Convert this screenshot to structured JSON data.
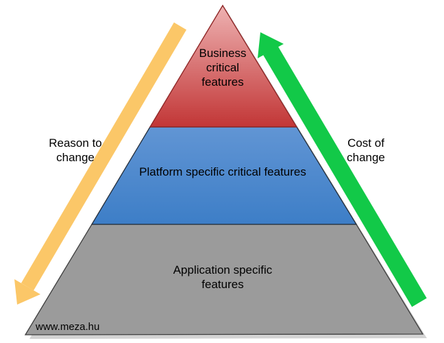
{
  "page": {
    "background": "#ffffff",
    "watermark": "www.meza.hu"
  },
  "pyramid": {
    "layers": [
      {
        "id": "business",
        "label": "Business\ncritical\nfeatures",
        "fill_top": "#eeb2b2",
        "fill_bottom": "#c23636"
      },
      {
        "id": "platform",
        "label": "Platform specific critical features",
        "fill_top": "#6195d4",
        "fill_bottom": "#3d7ec7"
      },
      {
        "id": "application",
        "label": "Application specific\nfeatures",
        "fill": "#9b9b9b"
      }
    ],
    "shadow_color": "#c4c4c4"
  },
  "arrows": {
    "left": {
      "label": "Reason to\nchange",
      "color": "#fbc768",
      "direction": "down"
    },
    "right": {
      "label": "Cost of\nchange",
      "color": "#12c948",
      "direction": "up"
    }
  }
}
